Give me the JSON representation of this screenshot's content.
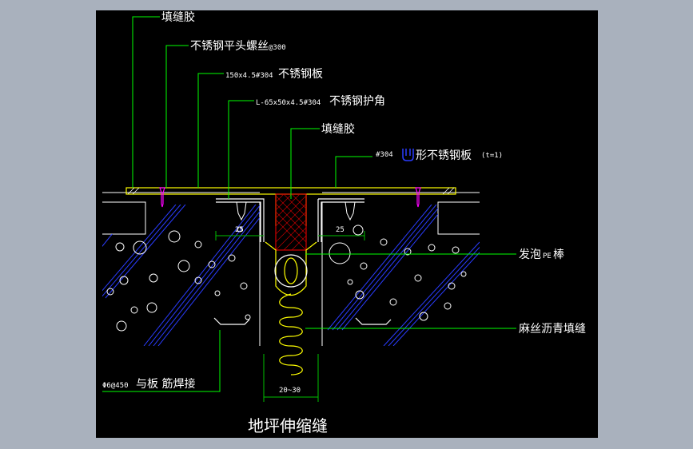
{
  "labels": {
    "sealant_top": "填缝胶",
    "screw": "不锈钢平头螺丝",
    "screw_spec": "@300",
    "plate_spec": "150x4.5#304",
    "plate": "不锈钢板",
    "angle_spec": "L-65x50x4.5#304",
    "angle": "不锈钢护角",
    "sealant_mid": "填缝胶",
    "u_spec": "#304",
    "u_plate": "形不锈钢板",
    "u_thickness": "(t=1)",
    "foam_rod": "发泡",
    "foam_rod_pe": "PE",
    "foam_rod_suffix": "棒",
    "jute": "麻丝沥青填缝",
    "rebar_spec": "Φ6@450",
    "rebar": "与板 筋焊接",
    "dim_left": "25",
    "dim_right": "25",
    "dim_bottom": "20~30"
  },
  "title": "地坪伸缩缝",
  "colors": {
    "background": "#a9b1bd",
    "canvas": "#000000",
    "line_white": "#ffffff",
    "line_yellow": "#ffff00",
    "line_blue": "#2a3cff",
    "line_magenta": "#ff00ff",
    "leader_green": "#00ff00",
    "dim_green": "#00c000"
  }
}
